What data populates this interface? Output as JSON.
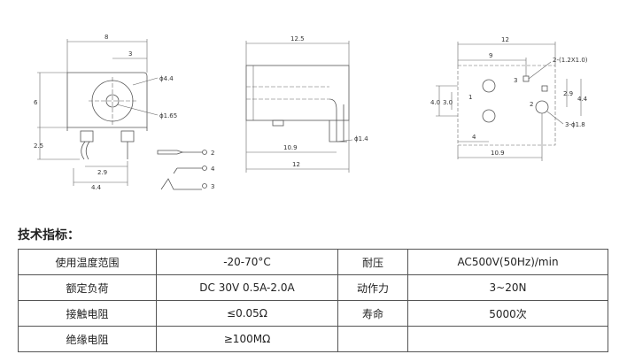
{
  "drawings": {
    "front": {
      "dims": [
        "8",
        "3",
        "6",
        "2.5",
        "2.9",
        "4.4",
        "ϕ4.4",
        "ϕ1.65"
      ]
    },
    "side": {
      "dims": [
        "12.5",
        "10.9",
        "12",
        "ϕ1.4"
      ]
    },
    "pcb": {
      "dims": [
        "12",
        "9",
        "2-(1.2X1.0)",
        "3",
        "2.9",
        "4.4",
        "4.0",
        "3.0",
        "1",
        "2",
        "3-ϕ1.8",
        "4",
        "10.9"
      ]
    },
    "schematic": {
      "pins": [
        "2",
        "4",
        "3"
      ]
    }
  },
  "spec": {
    "heading": "技术指标：",
    "rows": [
      {
        "label1": "使用温度范围",
        "value1": "-20-70°C",
        "label2": "耐压",
        "value2": "AC500V(50Hz)/min"
      },
      {
        "label1": "额定负荷",
        "value1": "DC 30V 0.5A-2.0A",
        "label2": "动作力",
        "value2": "3~20N"
      },
      {
        "label1": "接触电阻",
        "value1": "≤0.05Ω",
        "label2": "寿命",
        "value2": "5000次"
      },
      {
        "label1": "绝缘电阻",
        "value1": "≥100MΩ",
        "label2": "",
        "value2": ""
      }
    ]
  }
}
